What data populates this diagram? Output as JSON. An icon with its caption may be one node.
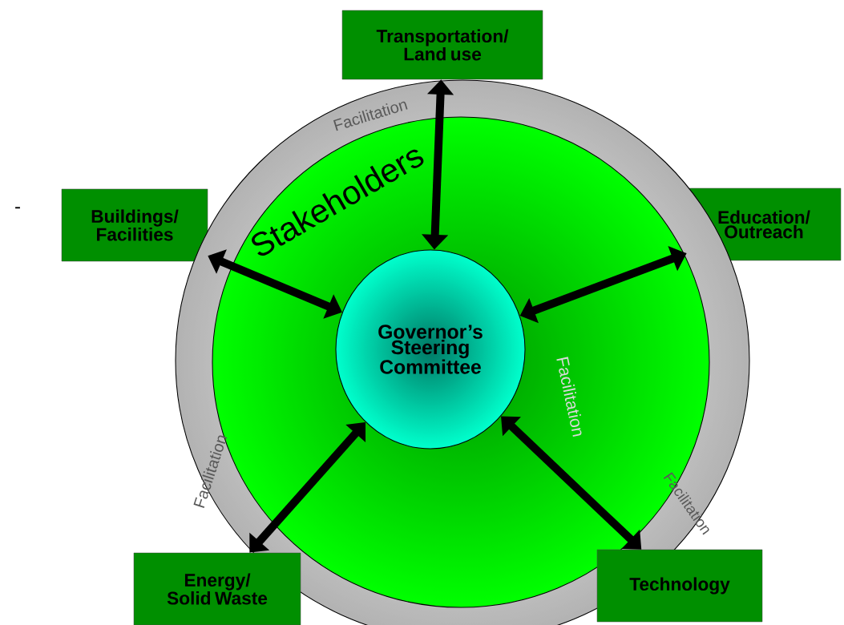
{
  "diagram": {
    "nodes": [
      {
        "text": [
          "Transportation/ Land use"
        ]
      },
      {
        "text": [
          "Buildings/ Facilities"
        ]
      },
      {
        "text": [
          "Education/ Outreach"
        ]
      },
      {
        "text": [
          "Facilitation",
          "Facilitation",
          "Facilitation"
        ]
      },
      {
        "text": [
          "Stakeholders",
          "Facilitation"
        ],
        "in": 3
      },
      {
        "text": [
          "Governor’s Steering Committee"
        ],
        "in": 4
      },
      {
        "text": [
          "Energy/ Solid Waste"
        ]
      },
      {
        "text": [
          "Technology"
        ]
      }
    ],
    "edges": [
      {
        "from": 0,
        "to": 5,
        "arrow": "both"
      },
      {
        "from": 1,
        "to": 5,
        "arrow": "both"
      },
      {
        "from": 2,
        "to": 5,
        "arrow": "both"
      },
      {
        "from": 6,
        "to": 5,
        "arrow": "both"
      },
      {
        "from": 7,
        "to": 5,
        "arrow": "both"
      }
    ],
    "labels": [
      "-"
    ]
  }
}
